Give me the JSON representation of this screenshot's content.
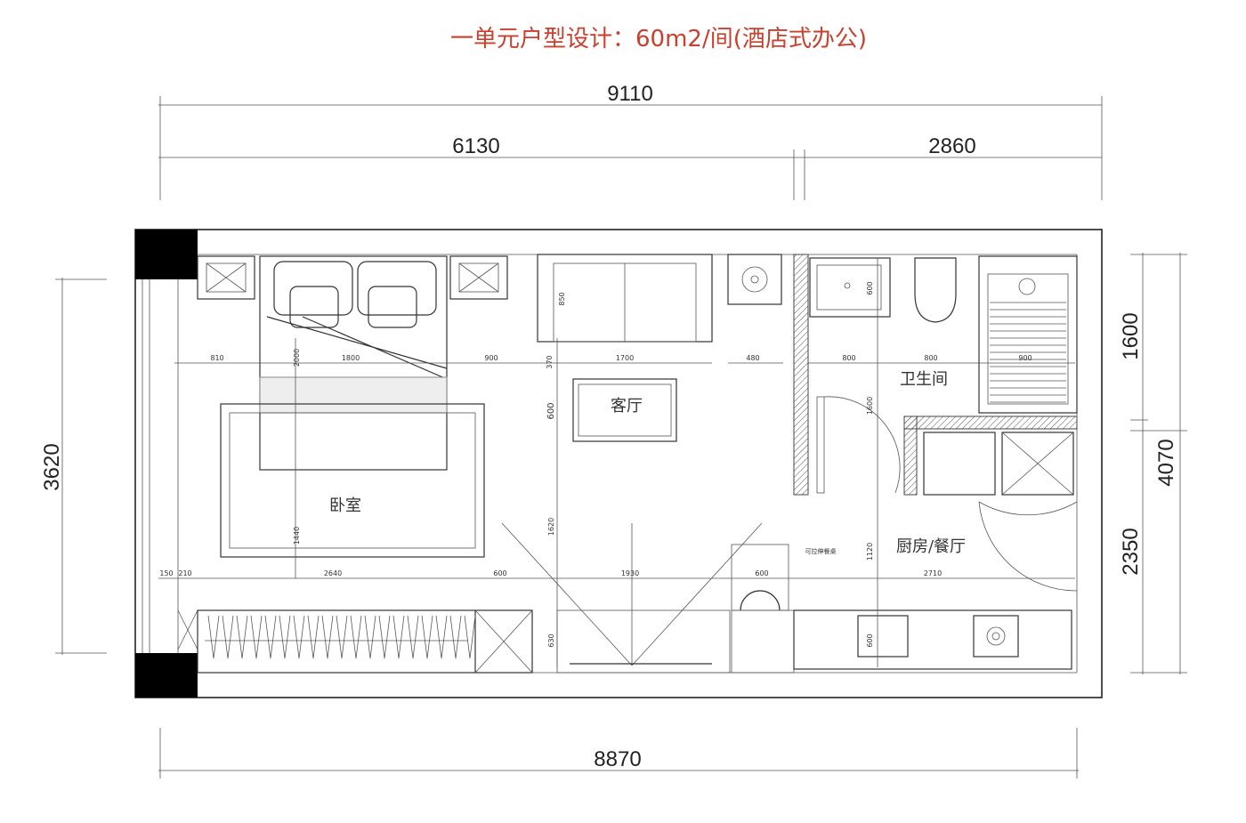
{
  "title": "一单元户型设计：60m2/间(酒店式办公)",
  "colors": {
    "title": "#c8412e",
    "lines": "#333333",
    "column": "#000000"
  },
  "dimensions": {
    "top_total": "9110",
    "top_left": "6130",
    "top_right": "2860",
    "bottom_total": "8870",
    "left_total": "3620",
    "right_upper": "1600",
    "right_lower": "2350",
    "right_total": "4070"
  },
  "small_dims": {
    "d810": "810",
    "d1800": "1800",
    "d900": "900",
    "d370": "370",
    "d1700": "1700",
    "d480": "480",
    "d2000": "2000",
    "d850": "850",
    "d600_living": "600",
    "bath_800a": "800",
    "bath_800b": "800",
    "bath_900": "900",
    "bath_sink": "600",
    "bath_1600": "1600",
    "d150": "150",
    "d210": "210",
    "d2640": "2640",
    "d600_b": "600",
    "d1930": "1930",
    "d600_c": "600",
    "d2710": "2710",
    "d1620": "1620",
    "d1440": "1440",
    "d1120": "1120",
    "d630": "630",
    "d600_k": "600"
  },
  "rooms": {
    "bedroom": "卧室",
    "living": "客厅",
    "bathroom": "卫生间",
    "kitchen": "厨房/餐厅"
  },
  "annotation": "可拉伸餐桌"
}
